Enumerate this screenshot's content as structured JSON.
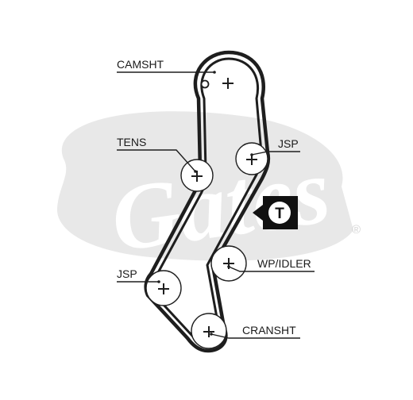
{
  "diagram": {
    "labels": {
      "camshaft": "CAMSHT",
      "tensioner": "TENS",
      "jsp_upper": "JSP",
      "jsp_lower": "JSP",
      "water_pump_idler": "WP/IDLER",
      "crankshaft": "CRANSHT"
    },
    "tension_marker": "T",
    "watermark": {
      "brand": "Gates",
      "registered": "®"
    },
    "colors": {
      "belt": "#1e1e1e",
      "pulley_outline": "#1e1e1e",
      "watermark": "#e8e8e8",
      "marker_bg": "#111111",
      "marker_fg": "#ffffff"
    }
  }
}
